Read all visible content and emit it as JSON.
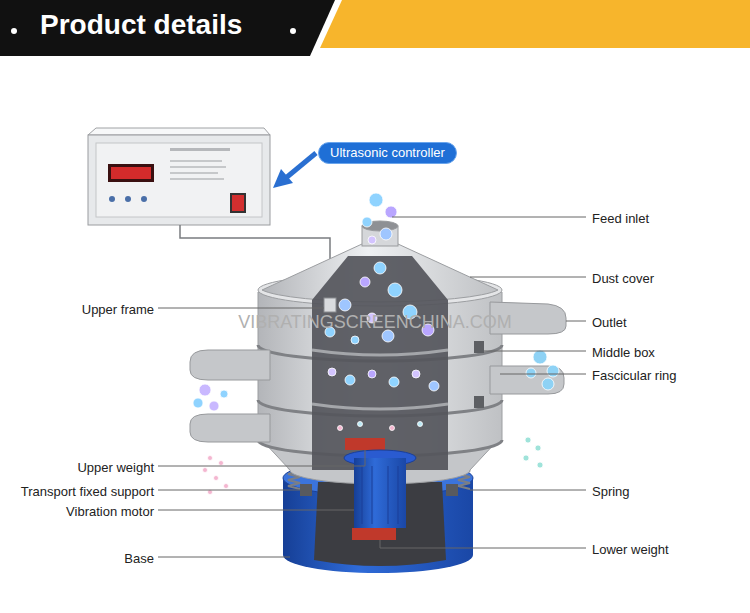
{
  "diagram": {
    "title": "Product details",
    "nodes": [
      {
        "text": [
          "Ultrasonic controller"
        ]
      }
    ],
    "edges": [],
    "labels": [
      "Feed inlet",
      "Dust cover",
      "Upper frame",
      "Outlet",
      "Middle box",
      "Fascicular ring",
      "Upper weight",
      "Transport fixed support",
      "Spring",
      "Vibration motor",
      "Lower weight",
      "Base",
      "VIBRATINGSCREENCHINA.COM"
    ]
  }
}
